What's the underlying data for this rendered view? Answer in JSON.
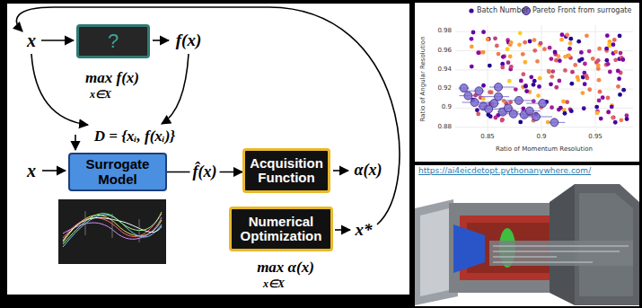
{
  "diagram": {
    "nodes": [
      {
        "text": [
          "?"
        ]
      },
      {
        "text": [
          "Surrogate Model"
        ]
      },
      {
        "text": [
          "Acquisition Function"
        ]
      },
      {
        "text": [
          "Numerical Optimization"
        ]
      }
    ],
    "edges": [
      {
        "from": 1,
        "to": 2,
        "arrow": "to",
        "label": "f̂(x)"
      }
    ],
    "labels": [
      "x",
      "f(x)",
      "max f(x)",
      "x∈X",
      "D = {xᵢ, f(xᵢ)}",
      "x",
      "α(x)",
      "x*",
      "max α(x)",
      "x∈X",
      "Ratio of Angular Resolution",
      "Ratio of Momentum Resolution",
      "0.98",
      "0.96",
      "0.94",
      "0.92",
      "0.9",
      "0.88",
      "0.85",
      "0.9",
      "0.95",
      "https://ai4eicdetopt.pythonanywhere.com/"
    ],
    "legend": [
      {
        "text": "Batch Number"
      },
      {
        "text": "Pareto Front from surrogate"
      }
    ]
  }
}
